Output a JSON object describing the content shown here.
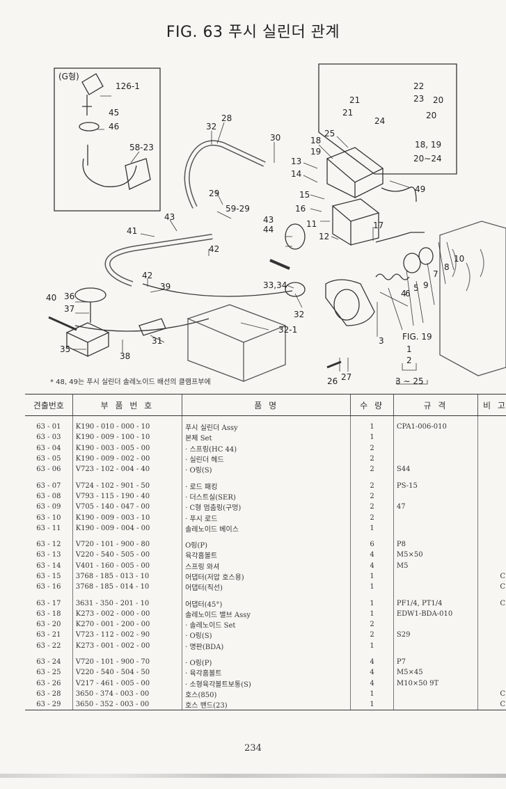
{
  "title": "FIG. 63 푸시 실린더 관계",
  "diagram": {
    "inset_label": "(G형)",
    "callouts": [
      "126-1",
      "45",
      "46",
      "58-23",
      "28",
      "32",
      "30",
      "18",
      "19",
      "25",
      "13",
      "14",
      "15",
      "16",
      "11",
      "12",
      "17",
      "29",
      "59-29",
      "43",
      "44",
      "42",
      "41",
      "43",
      "49",
      "22",
      "23",
      "20",
      "21",
      "20",
      "21",
      "24",
      "18, 19",
      "20∼24",
      "33,34",
      "32",
      "32-1",
      "40",
      "36",
      "37",
      "39",
      "42",
      "35",
      "31",
      "38",
      "26",
      "27",
      "3",
      "4",
      "5",
      "6",
      "7",
      "8",
      "9",
      "10",
      "FIG. 19",
      "1",
      "2",
      "3 ∼ 25"
    ]
  },
  "footnote": "* 48, 49는 푸시 실린더 솔레노이드 배선의 클램프부에",
  "table": {
    "headers": [
      "견출번호",
      "부 품 번 호",
      "품 명",
      "수 량",
      "규 격",
      "비 고"
    ],
    "groups": [
      [
        [
          "63 - 01",
          "K190 - 010 - 000 - 10",
          "푸시 실린더 Assy",
          "1",
          "CPA1-006-010",
          ""
        ],
        [
          "63 - 03",
          "K190 - 009 - 100 - 10",
          "본체 Set",
          "1",
          "",
          ""
        ],
        [
          "63 - 04",
          "K190 - 003 - 005 - 00",
          "· 스프링(HC 44)",
          "2",
          "",
          ""
        ],
        [
          "63 - 05",
          "K190 - 009 - 002 - 00",
          "· 실린더 헤드",
          "2",
          "",
          ""
        ],
        [
          "63 - 06",
          "V723 - 102 - 004 - 40",
          "· O링(S)",
          "2",
          "S44",
          ""
        ]
      ],
      [
        [
          "63 - 07",
          "V724 - 102 - 901 - 50",
          "· 로드 패킹",
          "2",
          "PS-15",
          ""
        ],
        [
          "63 - 08",
          "V793 - 115 - 190 - 40",
          "· 더스트실(SER)",
          "2",
          "",
          ""
        ],
        [
          "63 - 09",
          "V705 - 140 - 047 - 00",
          "· C형 멈춤링(구멍)",
          "2",
          "47",
          ""
        ],
        [
          "63 - 10",
          "K190 - 009 - 003 - 10",
          "· 푸시 로드",
          "2",
          "",
          ""
        ],
        [
          "63 - 11",
          "K190 - 009 - 004 - 00",
          "솔레노이드 베이스",
          "1",
          "",
          ""
        ]
      ],
      [
        [
          "63 - 12",
          "V720 - 101 - 900 - 80",
          "O링(P)",
          "6",
          "P8",
          ""
        ],
        [
          "63 - 13",
          "V220 - 540 - 505 - 00",
          "육각홈볼트",
          "4",
          "M5×50",
          ""
        ],
        [
          "63 - 14",
          "V401 - 160 - 005 - 00",
          "스프링 와셔",
          "4",
          "M5",
          ""
        ],
        [
          "63 - 15",
          "3768 - 185 - 013 - 10",
          "어댑터(저압 호스용)",
          "1",
          "",
          "C"
        ],
        [
          "63 - 16",
          "3768 - 185 - 014 - 10",
          "어댑터(직선)",
          "1",
          "",
          "C"
        ]
      ],
      [
        [
          "63 - 17",
          "3631 - 350 - 201 - 10",
          "어댑터(45°)",
          "1",
          "PF1/4, PT1/4",
          "C"
        ],
        [
          "63 - 18",
          "K273 - 002 - 000 - 00",
          "솔레노이드 밸브 Assy",
          "1",
          "EDW1-BDA-010",
          ""
        ],
        [
          "63 - 20",
          "K270 - 001 - 200 - 00",
          "· 솔레노이드 Set",
          "2",
          "",
          ""
        ],
        [
          "63 - 21",
          "V723 - 112 - 002 - 90",
          "· O링(S)",
          "2",
          "S29",
          ""
        ],
        [
          "63 - 22",
          "K273 - 001 - 002 - 00",
          "· 명판(BDA)",
          "1",
          "",
          ""
        ]
      ],
      [
        [
          "63 - 24",
          "V720 - 101 - 900 - 70",
          "· O링(P)",
          "4",
          "P7",
          ""
        ],
        [
          "63 - 25",
          "V220 - 540 - 504 - 50",
          "· 육각홈볼트",
          "4",
          "M5×45",
          ""
        ],
        [
          "63 - 26",
          "V217 - 461 - 005 - 00",
          "· 소형육각볼트보통(S)",
          "4",
          "M10×50 9T",
          ""
        ],
        [
          "63 - 28",
          "3650 - 374 - 003 - 00",
          "호스(850)",
          "1",
          "",
          "C"
        ],
        [
          "63 - 29",
          "3650 - 352 - 003 - 00",
          "호스 밴드(23)",
          "1",
          "",
          "C"
        ]
      ]
    ]
  },
  "page_number": "234"
}
